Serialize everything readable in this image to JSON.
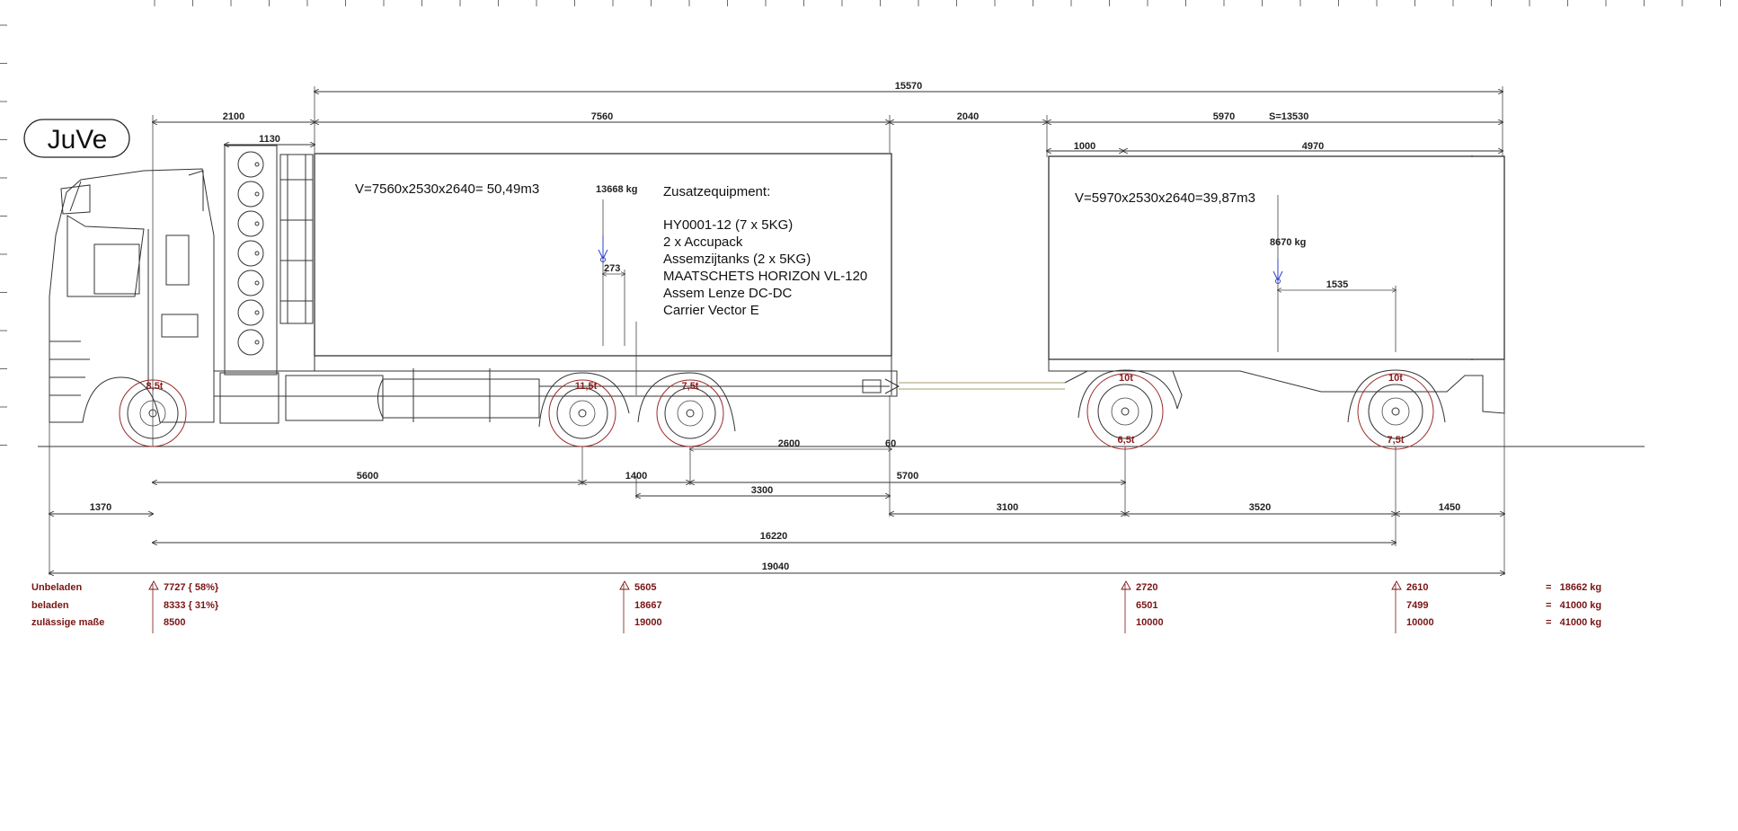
{
  "logo": "JuVe",
  "top_dimensions": {
    "overall": "15570",
    "cab": "2100",
    "cab_inner": "1130",
    "body_truck": "7560",
    "gap": "2040",
    "body_trailer": "5970",
    "s_value": "S=13530",
    "trailer_front": "1000",
    "trailer_rest": "4970",
    "trailer_height": "2640"
  },
  "truck_body": {
    "volume": "V=7560x2530x2640= 50,49m3",
    "cog_weight": "13668 kg",
    "cog_offset": "273",
    "equipment_title": "Zusatzequipment:",
    "equipment": [
      "HY0001-12 (7 x 5KG)",
      "2 x Accupack",
      "Assemzijtanks (2 x 5KG)",
      "MAATSCHETS HORIZON VL-120",
      "Assem Lenze DC-DC",
      "Carrier Vector E"
    ]
  },
  "trailer_body": {
    "volume": "V=5970x2530x2640=39,87m3",
    "cog_weight": "8670 kg",
    "cog_offset": "1535"
  },
  "axle_ratings": {
    "front": "8,5t",
    "rear1": "11,5t",
    "rear2": "7,5t",
    "trailer1_top": "10t",
    "trailer1_bottom": "6,5t",
    "trailer2_top": "10t",
    "trailer2_bottom": "7,5t"
  },
  "bottom_dimensions": {
    "d2600": "2600",
    "d60": "60",
    "d5600": "5600",
    "d1400": "1400",
    "d5700": "5700",
    "d3300": "3300",
    "d1370": "1370",
    "d3100": "3100",
    "d3520": "3520",
    "d1450": "1450",
    "d16220": "16220",
    "d19040": "19040"
  },
  "weights": {
    "labels": [
      "Unbeladen",
      "beladen",
      "zulässige maße"
    ],
    "front": [
      "7727 { 58%}",
      "8333 { 31%}",
      "8500"
    ],
    "tandem": [
      "5605",
      "18667",
      "19000"
    ],
    "trailer1": [
      "2720",
      "6501",
      "10000"
    ],
    "trailer2": [
      "2610",
      "7499",
      "10000"
    ],
    "totals": [
      "=   18662 kg",
      "=   41000 kg",
      "=   41000 kg"
    ]
  },
  "colors": {
    "line": "#333333",
    "axle_red": "#8b1a1a",
    "cog_blue": "#2b3fd0",
    "drawbar": "#b5b08a"
  }
}
